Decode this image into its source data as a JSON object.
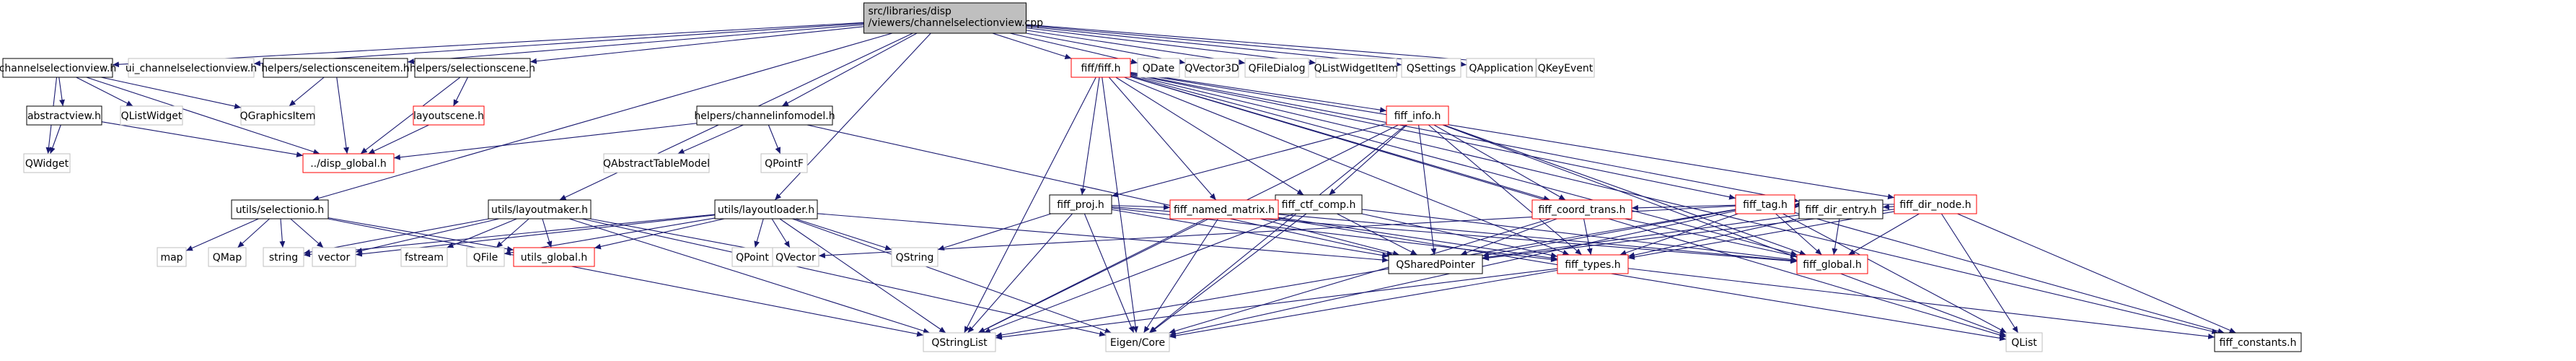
{
  "colors": {
    "node_border_black": "#000000",
    "node_border_red": "#ff0000",
    "node_border_grey": "#bfbfbf",
    "root_fill": "#bfbfbf",
    "edge_color": "#191970",
    "text_color": "#000000"
  },
  "nodes": {
    "root_line1": "src/libraries/disp",
    "root_line2": "/viewers/channelselectionview.cpp",
    "channelselectionview_h": "channelselectionview.h",
    "ui_channelselectionview_h": "ui_channelselectionview.h",
    "selectionsceneitem_h": "helpers/selectionsceneitem.h",
    "selectionscene_h": "helpers/selectionscene.h",
    "fiff_h": "fiff/fiff.h",
    "qdate": "QDate",
    "qvector3d": "QVector3D",
    "qfiledialog": "QFileDialog",
    "qlistwidgetitem": "QListWidgetItem",
    "qsettings": "QSettings",
    "qapplication": "QApplication",
    "qkeyevent": "QKeyEvent",
    "abstractview_h": "abstractview.h",
    "qlistwidget": "QListWidget",
    "qgraphicsitem": "QGraphicsItem",
    "layoutscene_h": "layoutscene.h",
    "channelinfomodel_h": "helpers/channelinfomodel.h",
    "fiff_info_h": "fiff_info.h",
    "fiff_dir_node_h": "fiff_dir_node.h",
    "qwidget": "QWidget",
    "disp_global_h": "../disp_global.h",
    "qabstracttablemodel": "QAbstractTableModel",
    "qpointf": "QPointF",
    "fiff_proj_h": "fiff_proj.h",
    "fiff_ctf_comp_h": "fiff_ctf_comp.h",
    "fiff_tag_h": "fiff_tag.h",
    "selectionio_h": "utils/selectionio.h",
    "layoutmaker_h": "utils/layoutmaker.h",
    "layoutloader_h": "utils/layoutloader.h",
    "fiff_named_matrix_h": "fiff_named_matrix.h",
    "fiff_coord_trans_h": "fiff_coord_trans.h",
    "fiff_dir_entry_h": "fiff_dir_entry.h",
    "map": "map",
    "qmap": "QMap",
    "string": "string",
    "vector": "vector",
    "fstream": "fstream",
    "qfile": "QFile",
    "utils_global_h": "utils_global.h",
    "qpoint": "QPoint",
    "qvector": "QVector",
    "qstring": "QString",
    "qsharedpointer": "QSharedPointer",
    "fiff_types_h": "fiff_types.h",
    "fiff_global_h": "fiff_global.h",
    "qstringlist": "QStringList",
    "eigen_core": "Eigen/Core",
    "qlist": "QList",
    "fiff_constants_h": "fiff_constants.h"
  }
}
